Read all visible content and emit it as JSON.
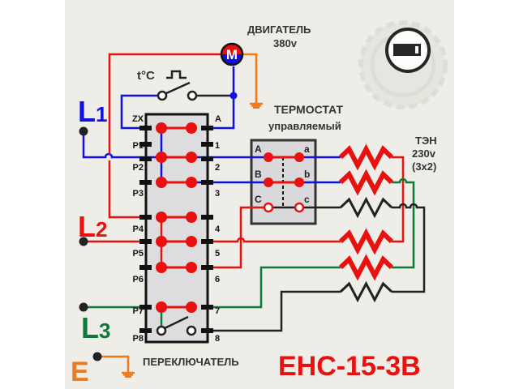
{
  "title": "EHC-15-3B",
  "title_color": "#e8110f",
  "switch_label": "ПЕРЕКЛЮЧАТЕЛЬ",
  "motor": {
    "name": "ДВИГАТЕЛЬ",
    "voltage": "380v",
    "symbol": "M"
  },
  "thermostat": {
    "name": "ТЕРМОСТАТ",
    "subtitle": "управляемый",
    "terminals_left": [
      "A",
      "B",
      "C"
    ],
    "terminals_right": [
      "a",
      "b",
      "c"
    ]
  },
  "heater": {
    "name": "ТЭН",
    "voltage": "230v",
    "config": "(3x2)"
  },
  "temp_switch_label": "t°C",
  "phases": [
    {
      "label": "L",
      "index": "1",
      "color": "#1010e0"
    },
    {
      "label": "L",
      "index": "2",
      "color": "#e8110f"
    },
    {
      "label": "L",
      "index": "3",
      "color": "#0e7a3a"
    }
  ],
  "earth": {
    "label": "E",
    "color": "#f07a1a"
  },
  "switch_terminals_left": [
    "ZX",
    "P1",
    "P2",
    "P3",
    "P4",
    "P5",
    "P6",
    "P7",
    "P8"
  ],
  "switch_terminals_right": [
    "A",
    "1",
    "2",
    "3",
    "4",
    "5",
    "6",
    "7",
    "8"
  ],
  "colors": {
    "blue": "#1010e0",
    "red": "#e8110f",
    "green": "#0e7a3a",
    "black": "#222222",
    "orange": "#f07a1a",
    "background": "#eeede7"
  }
}
